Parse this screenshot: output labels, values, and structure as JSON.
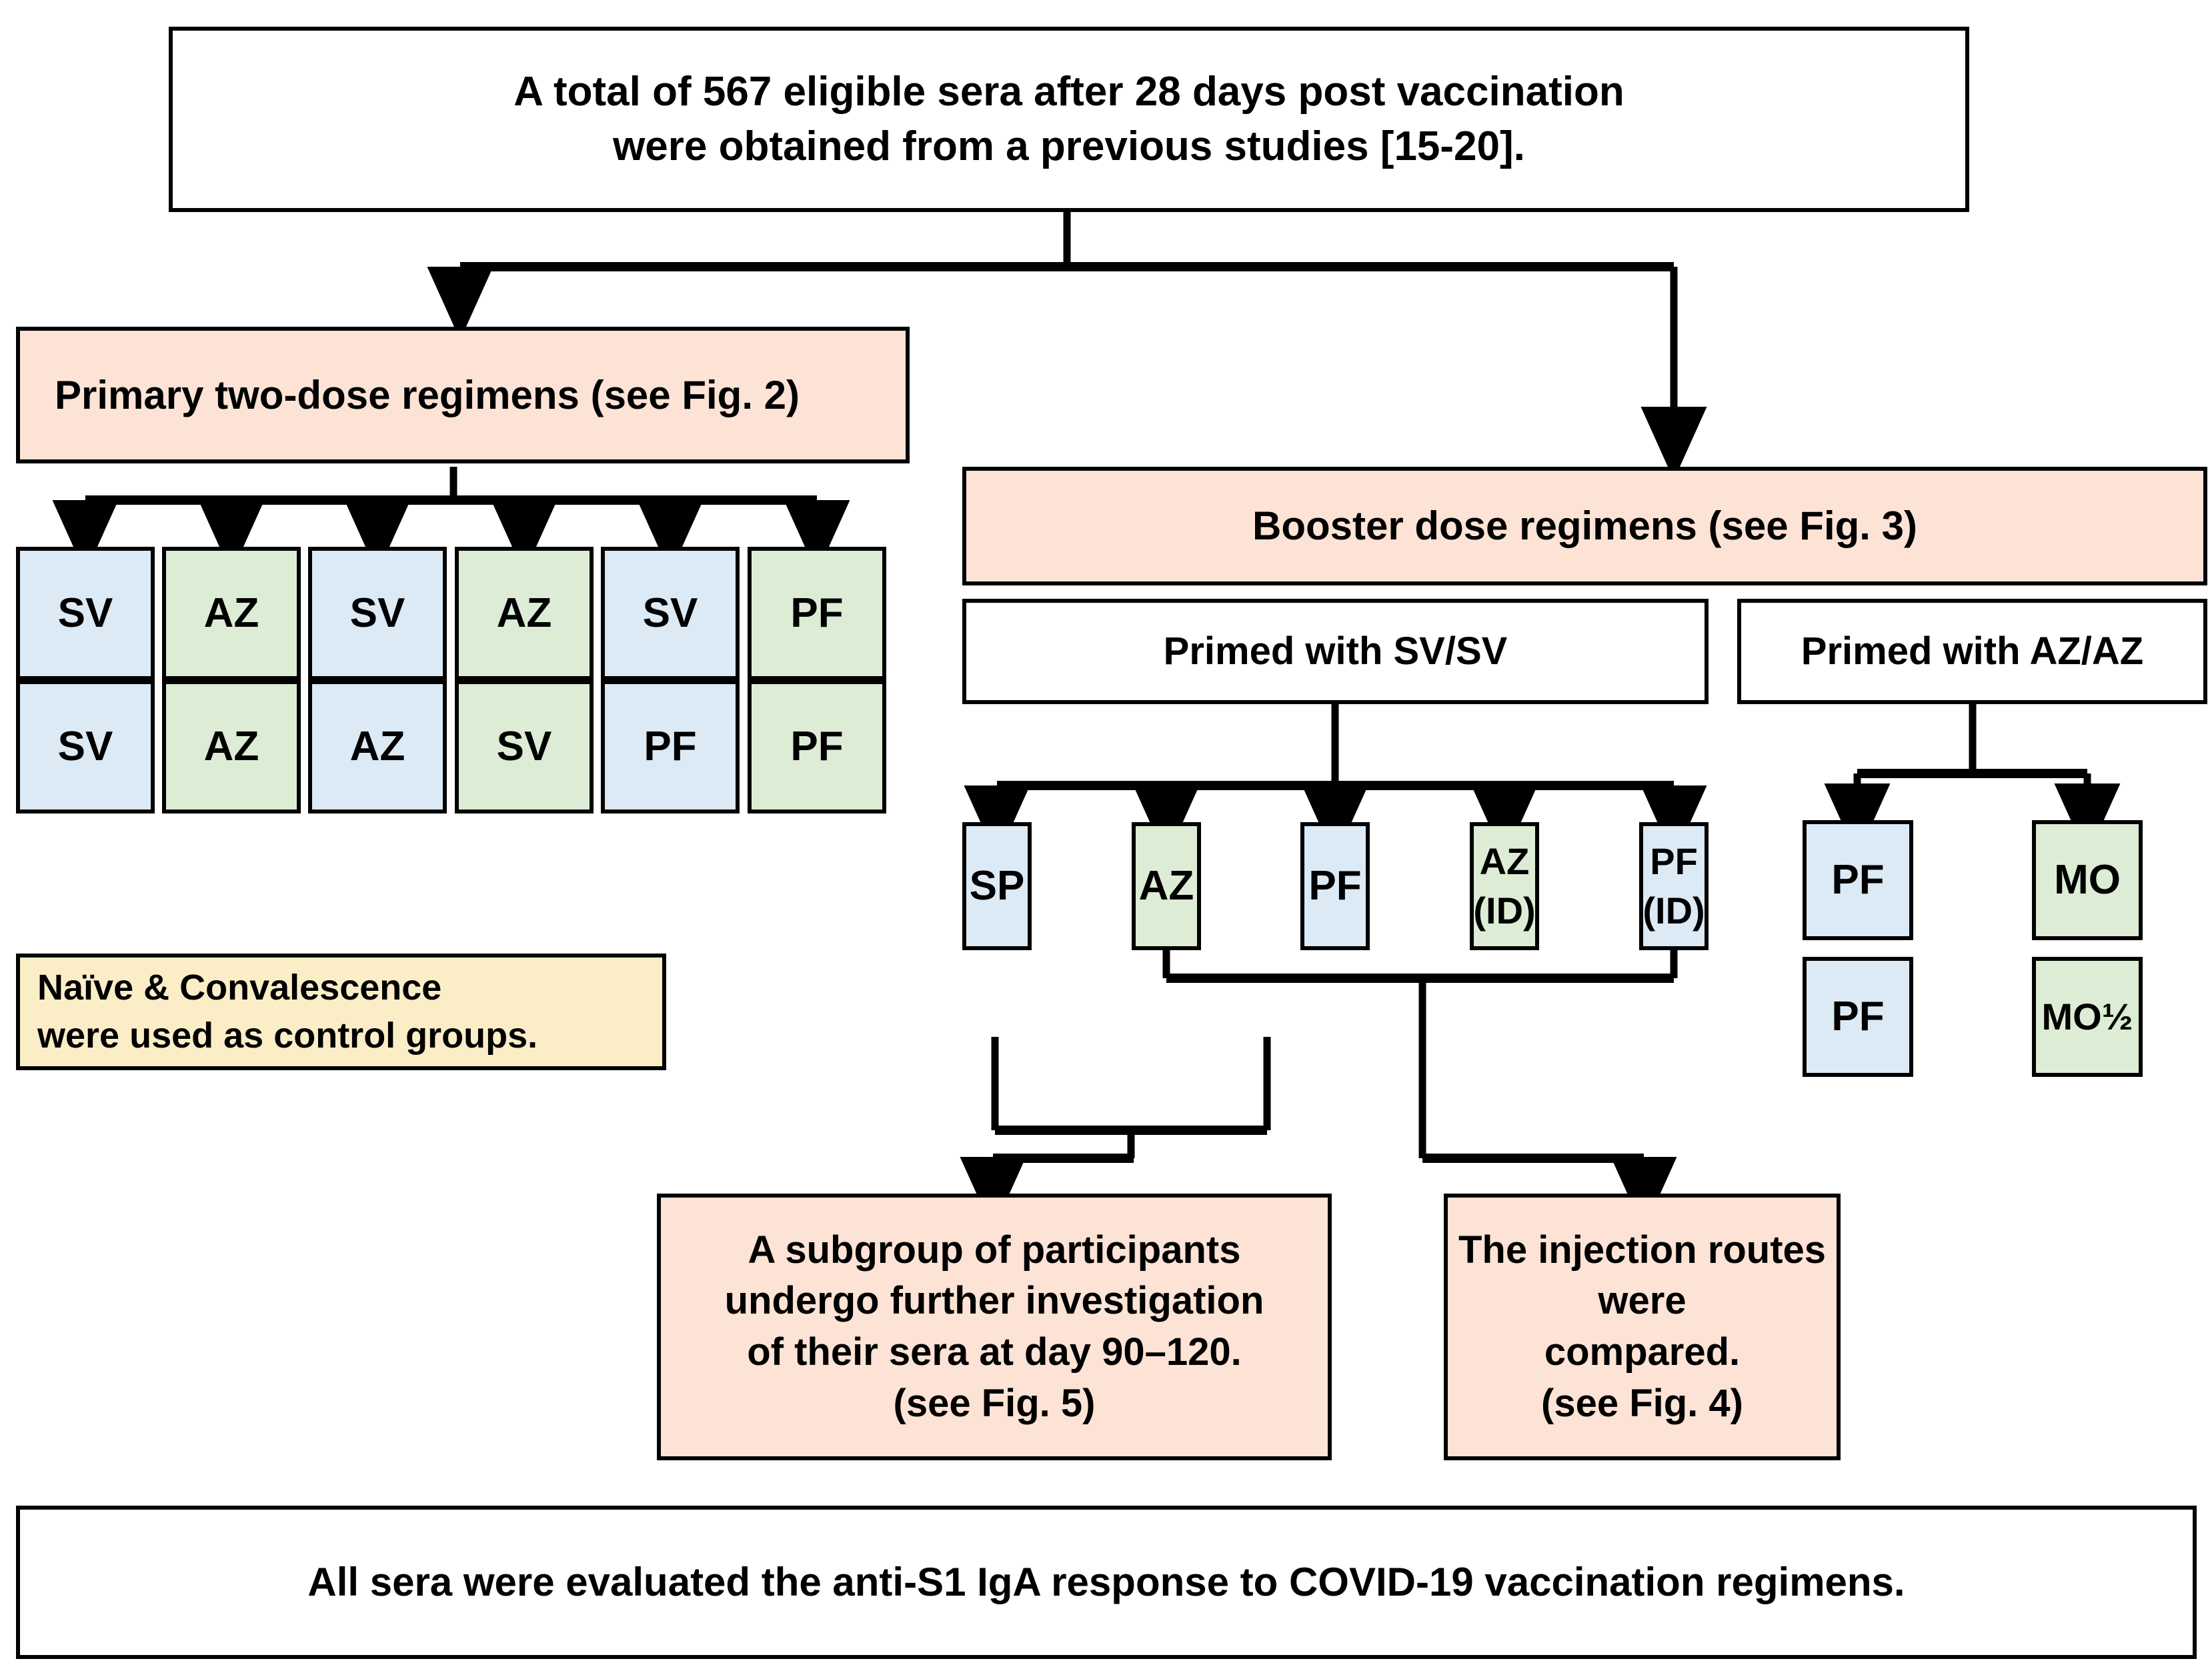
{
  "diagram": {
    "title_box": {
      "line1": "A total of 567 eligible sera after 28 days post vaccination",
      "line2": "were obtained from a previous studies [15-20]."
    },
    "primary_band": {
      "label": "Primary two-dose regimens (see Fig. 2)"
    },
    "booster_band": {
      "label": "Booster dose regimens (see Fig. 3)"
    },
    "primary_regimens": {
      "dose1": [
        {
          "label": "SV",
          "color": "blue"
        },
        {
          "label": "AZ",
          "color": "green"
        },
        {
          "label": "SV",
          "color": "blue"
        },
        {
          "label": "AZ",
          "color": "green"
        },
        {
          "label": "SV",
          "color": "blue"
        },
        {
          "label": "PF",
          "color": "green"
        }
      ],
      "dose2": [
        {
          "label": "SV",
          "color": "blue"
        },
        {
          "label": "AZ",
          "color": "green"
        },
        {
          "label": "AZ",
          "color": "blue"
        },
        {
          "label": "SV",
          "color": "green"
        },
        {
          "label": "PF",
          "color": "blue"
        },
        {
          "label": "PF",
          "color": "green"
        }
      ]
    },
    "primed_sv": {
      "label": "Primed with SV/SV",
      "boosters": [
        {
          "line1": "SP",
          "line2": "",
          "color": "blue"
        },
        {
          "line1": "AZ",
          "line2": "",
          "color": "green"
        },
        {
          "line1": "PF",
          "line2": "",
          "color": "blue"
        },
        {
          "line1": "AZ",
          "line2": "(ID)",
          "color": "green"
        },
        {
          "line1": "PF",
          "line2": "(ID)",
          "color": "blue"
        }
      ]
    },
    "primed_az": {
      "label": "Primed with AZ/AZ",
      "boosters_row1": [
        {
          "label": "PF",
          "color": "blue"
        },
        {
          "label": "MO",
          "color": "green"
        }
      ],
      "boosters_row2": [
        {
          "label": "PF",
          "color": "blue"
        },
        {
          "label": "MO½",
          "color": "green"
        }
      ]
    },
    "control_note": {
      "line1": "Naïve & Convalescence",
      "line2": "were used as control groups."
    },
    "outcome_left": {
      "line1": "A subgroup of participants",
      "line2": "undergo further investigation",
      "line3": "of their sera at day 90–120.",
      "line4": "(see Fig. 5)"
    },
    "outcome_right": {
      "line1": "The injection routes were",
      "line2": "compared.",
      "line3": "(see Fig. 4)"
    },
    "footer_box": {
      "label": "All sera were evaluated the anti-S1 IgA response to COVID-19 vaccination regimens."
    },
    "colors": {
      "peach": "#fce3d5",
      "blue": "#dceaf6",
      "green": "#ddedd5",
      "cream": "#fbeec7",
      "line": "#000000",
      "background": "#ffffff"
    }
  }
}
